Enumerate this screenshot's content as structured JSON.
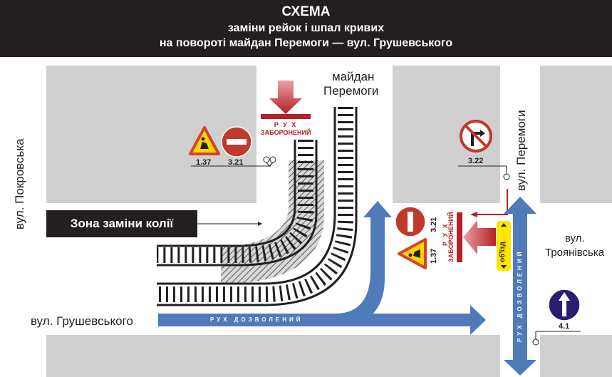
{
  "header": {
    "title": "СХЕМА",
    "subtitle_line1": "заміни рейок і шпал кривих",
    "subtitle_line2": "на повороті майдан Перемоги — вул. Грушевського"
  },
  "streets": {
    "pokrovska": "вул. Покровська",
    "maidan_line1": "майдан",
    "maidan_line2": "Перемоги",
    "peremohy": "вул. Перемоги",
    "troyanivska_line1": "вул.",
    "troyanivska_line2": "Троянівська",
    "hrushevskoho": "вул. Грушевського"
  },
  "zone_label": "Зона заміни колії",
  "signs": {
    "top_left": [
      {
        "code": "1.37",
        "icon": "road-works-icon"
      },
      {
        "code": "3.21",
        "icon": "no-entry-icon"
      }
    ],
    "top_right": {
      "code": "3.22",
      "icon": "no-right-turn-icon"
    },
    "middle": [
      {
        "code": "3.21",
        "icon": "no-entry-icon"
      },
      {
        "code": "1.37",
        "icon": "road-works-icon"
      }
    ],
    "bottom_right": {
      "code": "4.1",
      "icon": "straight-only-icon"
    }
  },
  "traffic": {
    "forbidden_line1": "Р У Х",
    "forbidden_line2": "ЗАБОРОНЕНИЙ",
    "allowed": "РУХ ДОЗВОЛЕНИЙ",
    "detour": "об'їзд"
  },
  "colors": {
    "header_bg": "#231f20",
    "block": "#d0d0d0",
    "allowed_arrow": "#4f7bb8",
    "forbidden_red": "#b5202a",
    "detour_yellow": "#ffe600",
    "sign_blue": "#2a1f6e"
  }
}
